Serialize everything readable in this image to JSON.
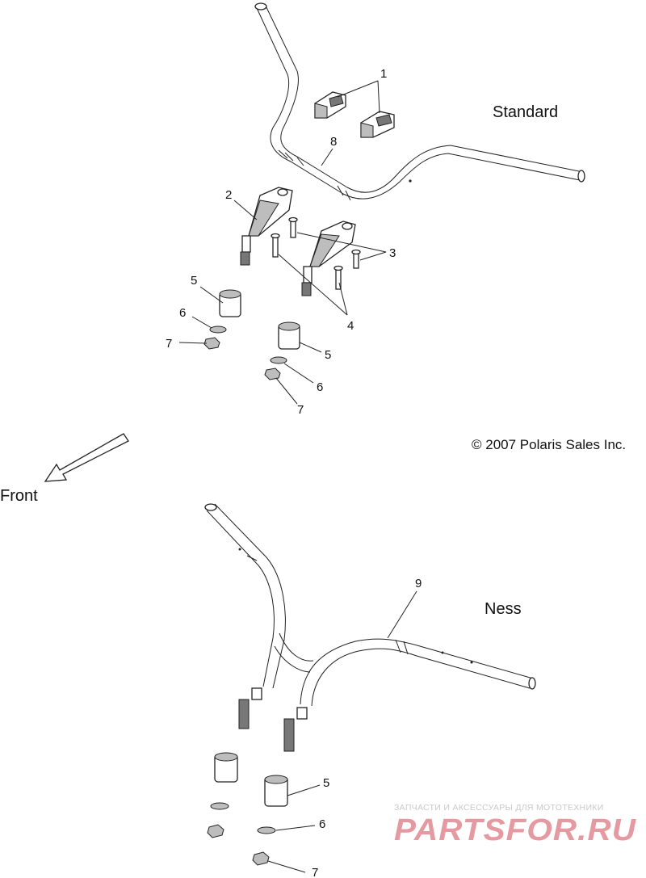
{
  "sections": {
    "standard": {
      "label": "Standard"
    },
    "ness": {
      "label": "Ness"
    }
  },
  "copyright": "© 2007 Polaris Sales Inc.",
  "direction": {
    "label": "Front"
  },
  "callouts": {
    "standard": [
      "1",
      "8",
      "2",
      "3",
      "4",
      "5",
      "6",
      "7",
      "5",
      "6",
      "7"
    ],
    "ness": [
      "9",
      "5",
      "6",
      "7"
    ]
  },
  "watermark": {
    "tagline": "ЗАПЧАСТИ И АКСЕССУАРЫ ДЛЯ МОТОТЕХНИКИ",
    "logo": "PARTSFOR.RU"
  }
}
